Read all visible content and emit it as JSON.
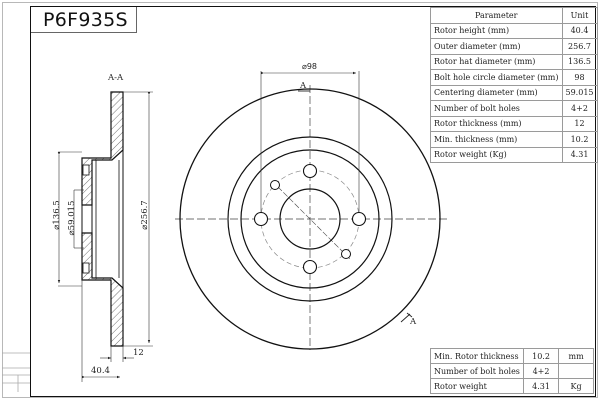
{
  "title": "P6F935S",
  "parameters": {
    "header": {
      "parameter": "Parameter",
      "unit": "Unit"
    },
    "rows": [
      {
        "name": "Rotor height (mm)",
        "value": "40.4"
      },
      {
        "name": "Outer diameter (mm)",
        "value": "256.7"
      },
      {
        "name": "Rotor hat diameter (mm)",
        "value": "136.5"
      },
      {
        "name": "Bolt hole circle diameter (mm)",
        "value": "98"
      },
      {
        "name": "Centering diameter (mm)",
        "value": "59.015"
      },
      {
        "name": "Number of bolt holes",
        "value": "4+2"
      },
      {
        "name": "Rotor thickness (mm)",
        "value": "12"
      },
      {
        "name": "Min. thickness (mm)",
        "value": "10.2"
      },
      {
        "name": "Rotor weight (Kg)",
        "value": "4.31"
      }
    ]
  },
  "summary": {
    "rows": [
      {
        "name": "Min. Rotor thickness",
        "value": "10.2",
        "unit": "mm"
      },
      {
        "name": "Number of bolt holes",
        "value": "4+2",
        "unit": ""
      },
      {
        "name": "Rotor weight",
        "value": "4.31",
        "unit": "Kg"
      }
    ]
  },
  "section_view": {
    "label": "A-A",
    "dim_hat_diameter": "⌀136.5",
    "dim_centering_diameter": "⌀59.015",
    "dim_outer_diameter": "⌀256.7",
    "dim_thickness": "12",
    "dim_height": "40.4"
  },
  "front_view": {
    "dim_bolt_circle": "⌀98",
    "section_marker_top": "A",
    "section_marker_bottom": "A"
  }
}
